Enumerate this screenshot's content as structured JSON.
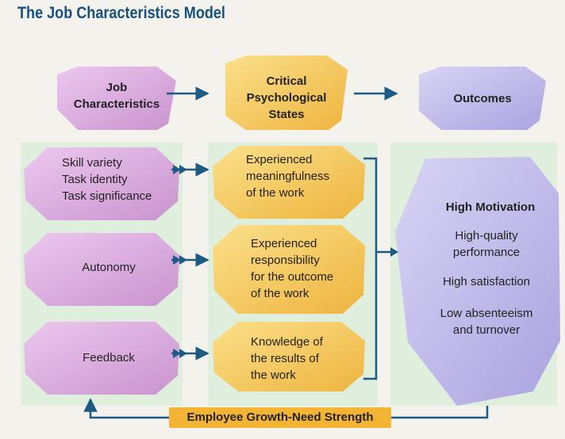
{
  "title": "The Job Characteristics Model",
  "headers": {
    "job_characteristics": "Job\nCharacteristics",
    "critical_states": "Critical\nPsychological\nStates",
    "outcomes": "Outcomes"
  },
  "job_characteristics": {
    "skill_group": "Skill variety\nTask identity\nTask significance",
    "autonomy": "Autonomy",
    "feedback": "Feedback"
  },
  "psychological_states": {
    "meaningfulness": "Experienced\nmeaningfulness\nof the work",
    "responsibility": "Experienced\nresponsibility\nfor the outcome\nof the work",
    "knowledge": "Knowledge of\nthe results of\nthe work"
  },
  "outcomes": {
    "heading": "High Motivation",
    "performance": "High-quality\nperformance",
    "satisfaction": "High satisfaction",
    "absenteeism": "Low absenteeism\nand turnover"
  },
  "moderator": "Employee Growth-Need Strength",
  "colors": {
    "title": "#17507e",
    "pink": "#e2b6e4",
    "yellow": "#f7cd62",
    "lavender": "#c9c5ee",
    "arrow": "#1d5a85",
    "panel_green": "#dfeedd",
    "band": "#f4b433"
  }
}
